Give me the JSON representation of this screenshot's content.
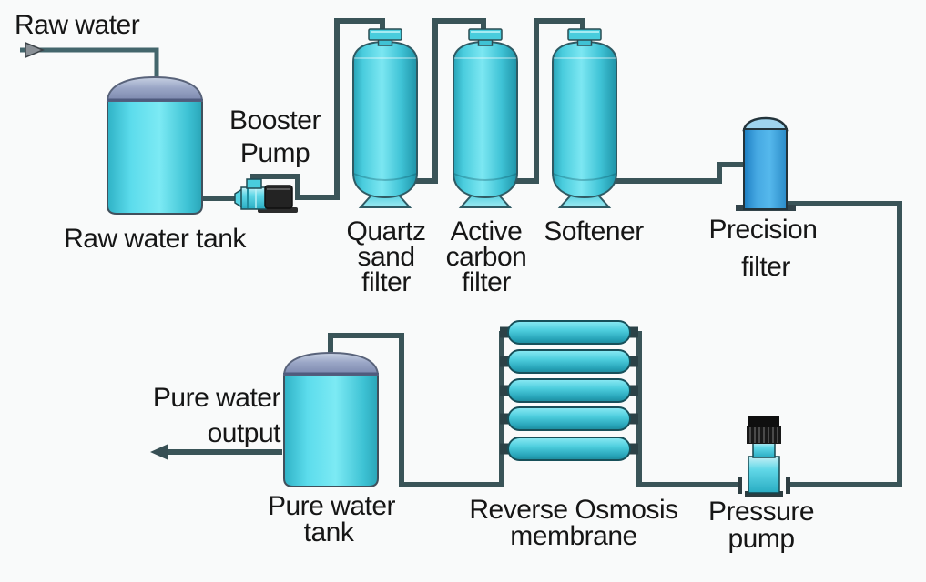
{
  "diagram": {
    "nodes": {
      "raw_water_inlet": {
        "label_lines": [
          "Raw water"
        ]
      },
      "raw_water_tank": {
        "label_lines": [
          "Raw water tank"
        ]
      },
      "booster_pump": {
        "label_lines": [
          "Booster",
          "Pump"
        ]
      },
      "quartz_sand_filter": {
        "label_lines": [
          "Quartz",
          "sand",
          "filter"
        ]
      },
      "active_carbon_filter": {
        "label_lines": [
          "Active",
          "carbon",
          "filter"
        ]
      },
      "softener": {
        "label_lines": [
          "Softener"
        ]
      },
      "precision_filter": {
        "label_lines": [
          "Precision",
          "filter"
        ]
      },
      "pressure_pump": {
        "label_lines": [
          "Pressure",
          "pump"
        ]
      },
      "reverse_osmosis_membrane": {
        "label_lines": [
          "Reverse Osmosis",
          "membrane"
        ]
      },
      "pure_water_tank": {
        "label_lines": [
          "Pure water",
          "tank"
        ]
      },
      "pure_water_output": {
        "label_lines": [
          "Pure water",
          "output"
        ]
      }
    },
    "colors": {
      "background": "#f9fafa",
      "text": "#161616",
      "pipe": "#3a5458",
      "vessel-cyan": "#4ecfe0",
      "vessel-cyan-light": "#7ce7f2",
      "vessel-cyan-dark": "#21a0b4",
      "tank-dome-gray": "#93a0c0",
      "precision-filter-blue": "#45a8e2",
      "pump-motor-dark": "#1f2326"
    }
  }
}
